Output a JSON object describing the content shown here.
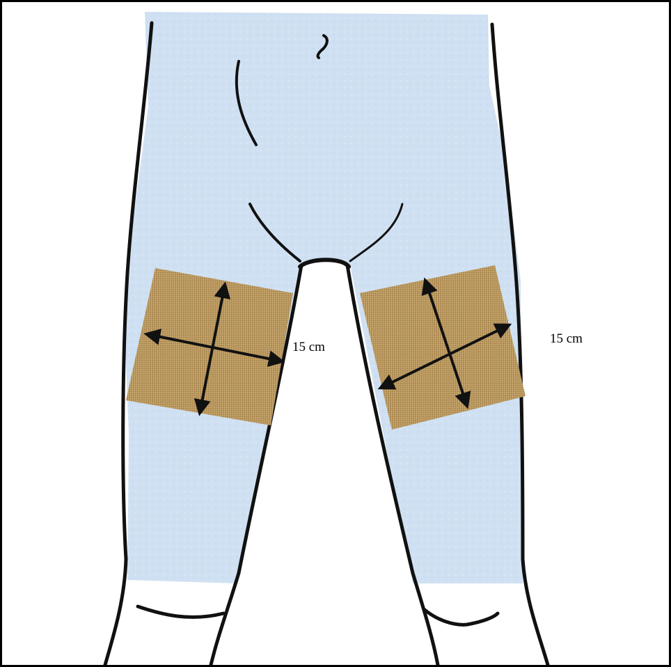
{
  "labels": {
    "left_patch_dimension": "15 cm",
    "right_patch_dimension": "15 cm"
  },
  "colors": {
    "garment_fill": "#cfe0f2",
    "patch_fill": "#b8955b",
    "outline": "#111111",
    "frame_border": "#000000"
  },
  "icons": {
    "dimension_arrows": "double-headed-arrow"
  }
}
